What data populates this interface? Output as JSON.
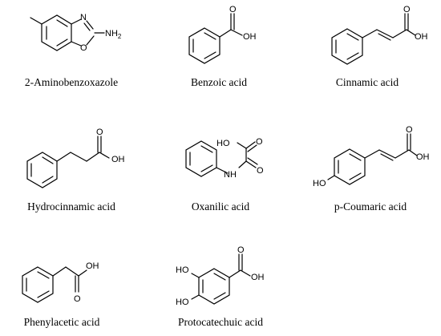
{
  "compounds": [
    {
      "name": "2-Aminobenzoxazole",
      "atoms": {
        "n": "N",
        "o": "O",
        "nh": "NH",
        "nh_sub": "2"
      }
    },
    {
      "name": "Benzoic acid",
      "atoms": {
        "o": "O",
        "oh": "OH"
      }
    },
    {
      "name": "Cinnamic acid",
      "atoms": {
        "o": "O",
        "oh": "OH"
      }
    },
    {
      "name": "Hydrocinnamic acid",
      "atoms": {
        "o": "O",
        "oh": "OH"
      }
    },
    {
      "name": "Oxanilic acid",
      "atoms": {
        "ho": "HO",
        "o1": "O",
        "o2": "O",
        "nh": "NH"
      }
    },
    {
      "name": "p-Coumaric acid",
      "atoms": {
        "o": "O",
        "oh": "OH",
        "ho": "HO"
      }
    },
    {
      "name": "Phenylacetic acid",
      "atoms": {
        "o": "O",
        "oh": "OH"
      }
    },
    {
      "name": "Protocatechuic acid",
      "atoms": {
        "o": "O",
        "oh": "OH",
        "ho1": "HO",
        "ho2": "HO"
      }
    }
  ]
}
